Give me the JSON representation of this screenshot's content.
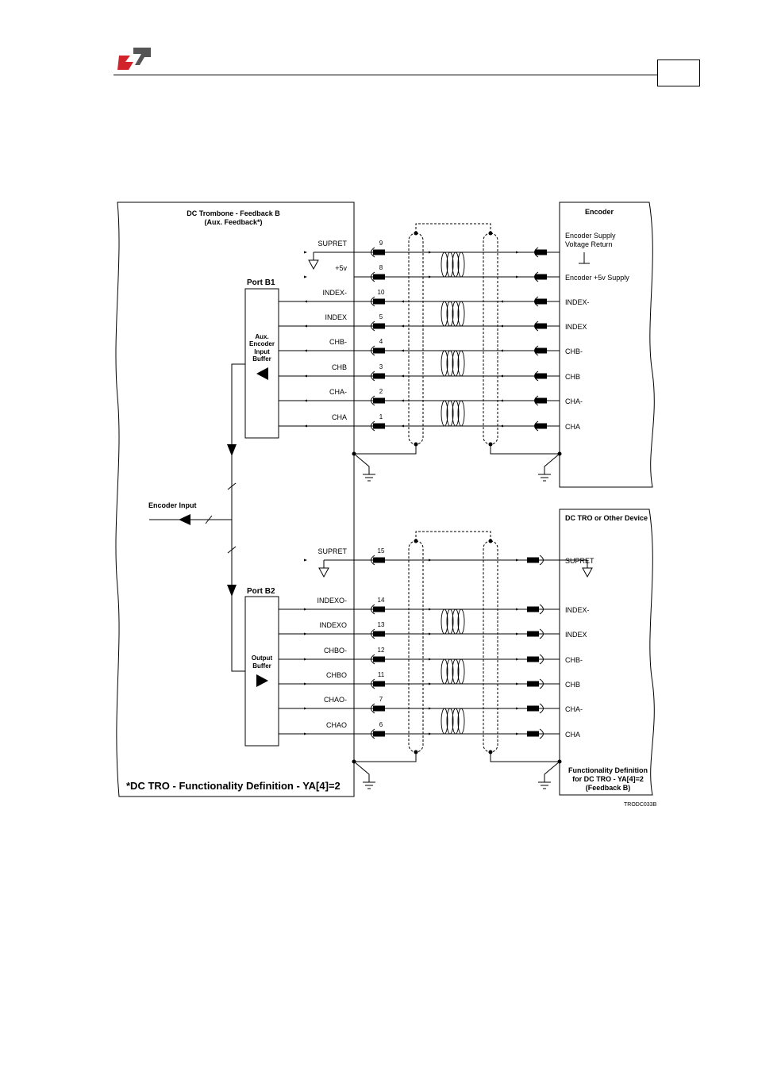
{
  "colors": {
    "logo_red": "#d2232a",
    "logo_grey": "#555555",
    "line": "#000000"
  },
  "diagram": {
    "left_box": {
      "title": "DC Trombone - Feedback B",
      "subtitle": "(Aux. Feedback*)"
    },
    "port_b1": {
      "label": "Port B1",
      "buffer_label": [
        "Aux.",
        "Encoder",
        "Input",
        "Buffer"
      ]
    },
    "port_b2": {
      "label": "Port B2",
      "buffer_label": [
        "Output",
        "Buffer"
      ]
    },
    "encoder_input_label": "Encoder Input",
    "footnote": "*DC TRO - Functionality Definition - YA[4]=2",
    "encoder_box": {
      "title": "Encoder"
    },
    "device_box": {
      "title": "DC TRO or Other Device",
      "functionality": [
        "Functionality Definition",
        "for DC TRO - YA[4]=2",
        "(Feedback B)"
      ]
    },
    "drawing_code": "TRODC033B",
    "top_wires": [
      {
        "left": "SUPRET",
        "pin": "9",
        "right": [
          "Encoder Supply",
          "Voltage Return"
        ]
      },
      {
        "left": "+5v",
        "pin": "8",
        "right": [
          "Encoder +5v Supply"
        ]
      },
      {
        "left": "INDEX-",
        "pin": "10",
        "right": [
          "INDEX-"
        ]
      },
      {
        "left": "INDEX",
        "pin": "5",
        "right": [
          "INDEX"
        ]
      },
      {
        "left": "CHB-",
        "pin": "4",
        "right": [
          "CHB-"
        ]
      },
      {
        "left": "CHB",
        "pin": "3",
        "right": [
          "CHB"
        ]
      },
      {
        "left": "CHA-",
        "pin": "2",
        "right": [
          "CHA-"
        ]
      },
      {
        "left": "CHA",
        "pin": "1",
        "right": [
          "CHA"
        ]
      }
    ],
    "bottom_wires": [
      {
        "left": "SUPRET",
        "pin": "15",
        "right": "SUPRET"
      },
      {
        "left": "INDEXO-",
        "pin": "14",
        "right": "INDEX-"
      },
      {
        "left": "INDEXO",
        "pin": "13",
        "right": "INDEX"
      },
      {
        "left": "CHBO-",
        "pin": "12",
        "right": "CHB-"
      },
      {
        "left": "CHBO",
        "pin": "11",
        "right": "CHB"
      },
      {
        "left": "CHAO-",
        "pin": "7",
        "right": "CHA-"
      },
      {
        "left": "CHAO",
        "pin": "6",
        "right": "CHA"
      }
    ]
  }
}
